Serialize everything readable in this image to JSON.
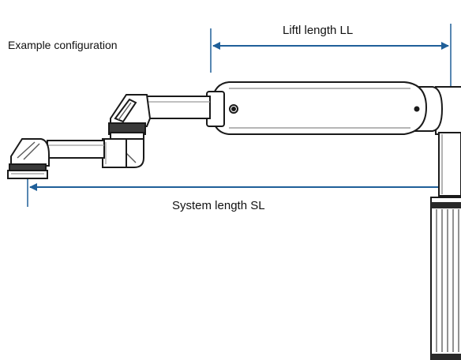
{
  "caption": "Example configuration",
  "dimensions": {
    "lift_length_label": "Liftl length LL",
    "system_length_label": "System length SL"
  },
  "colors": {
    "dimension_line": "#1f5f99",
    "outline": "#1a1a1a",
    "body_fill": "#ffffff",
    "shadow": "#8a8a8a"
  }
}
